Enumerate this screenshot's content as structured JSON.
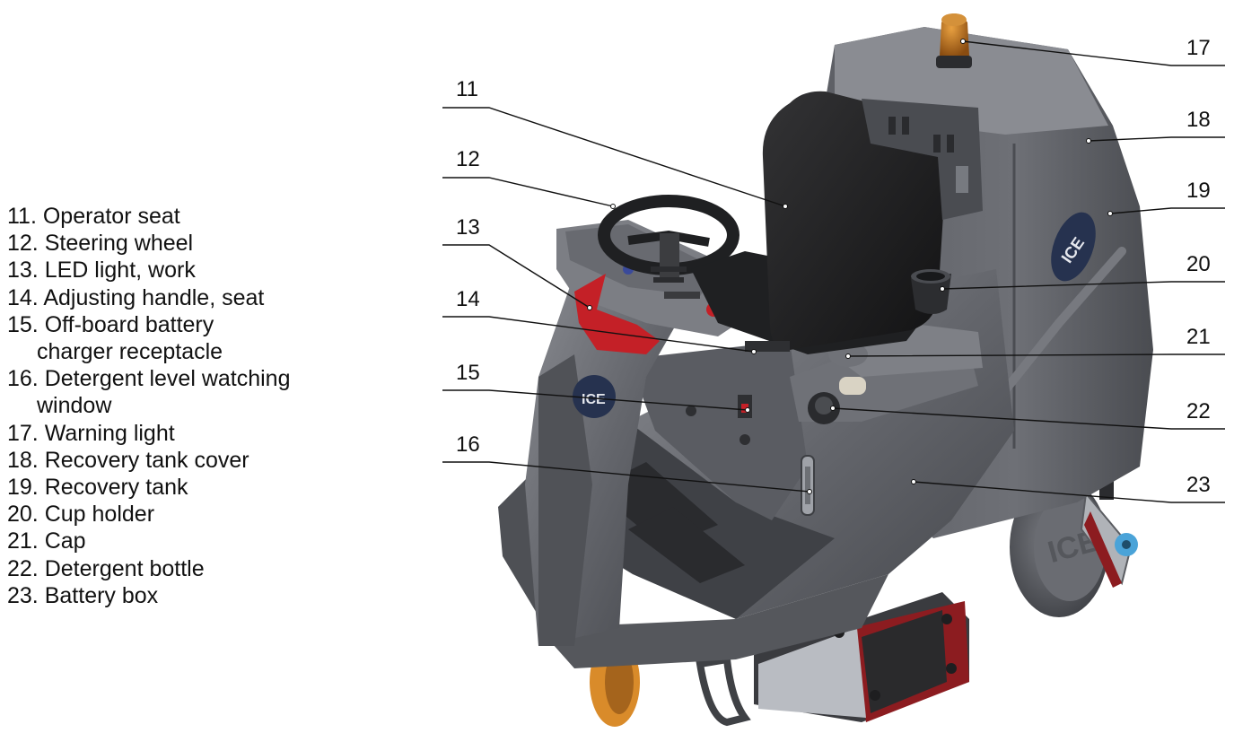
{
  "legend": [
    {
      "num": "11.",
      "text": "Operator seat"
    },
    {
      "num": "12.",
      "text": "Steering wheel"
    },
    {
      "num": "13.",
      "text": "LED light, work"
    },
    {
      "num": "14.",
      "text": "Adjusting handle, seat"
    },
    {
      "num": "15.",
      "text": "Off-board battery",
      "cont": "charger receptacle"
    },
    {
      "num": "16.",
      "text": "Detergent level watching",
      "cont": "window"
    },
    {
      "num": "17.",
      "text": "Warning light"
    },
    {
      "num": "18.",
      "text": "Recovery tank cover"
    },
    {
      "num": "19.",
      "text": "Recovery tank"
    },
    {
      "num": "20.",
      "text": "Cup holder"
    },
    {
      "num": "21.",
      "text": "Cap"
    },
    {
      "num": "22.",
      "text": "Detergent bottle"
    },
    {
      "num": "23.",
      "text": "Battery box"
    }
  ],
  "callouts_left": [
    "11",
    "12",
    "13",
    "14",
    "15",
    "16"
  ],
  "callouts_right": [
    "17",
    "18",
    "19",
    "20",
    "21",
    "22",
    "23"
  ],
  "brand_text": "ICE",
  "colors": {
    "body": "#5f6167",
    "body_dark": "#44464b",
    "body_light": "#7a7c82",
    "seat": "#1d1d1f",
    "accent_red": "#c42027",
    "warning_light": "#c97a1a",
    "wheel_orange": "#d98b2a",
    "squeegee_blue": "#4aa3d8"
  }
}
